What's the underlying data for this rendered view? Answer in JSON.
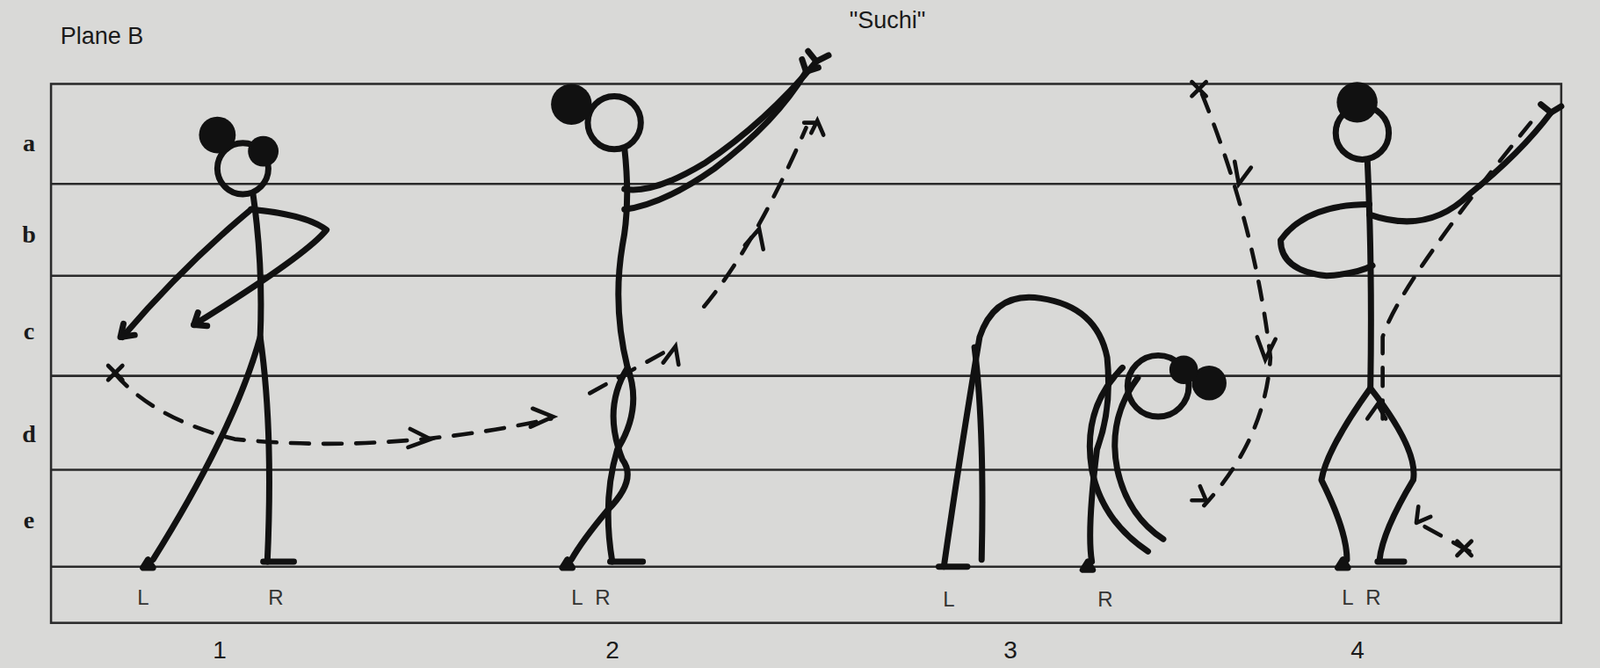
{
  "diagram": {
    "labels": [
      "Plane B",
      "\"Suchi\"",
      "a",
      "b",
      "c",
      "d",
      "e",
      "L",
      "R",
      "L",
      "R",
      "L",
      "R",
      "L",
      "R",
      "1",
      "2",
      "3",
      "4"
    ]
  }
}
